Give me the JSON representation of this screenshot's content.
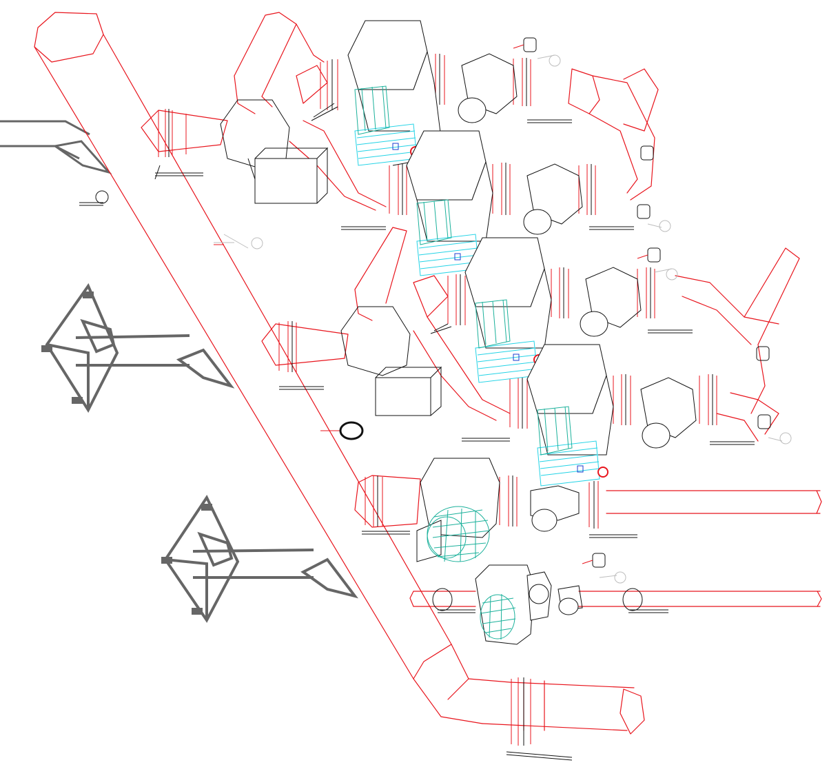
{
  "drawing": {
    "kind": "isometric piping schematic",
    "colors": {
      "pipe": "#e8141c",
      "equipment": "#222222",
      "support": "#666666",
      "motor_cyan": "#22d3e6",
      "motor_green": "#19b09a",
      "valve_ghost": "#bdbdbd",
      "indicator_red": "#e8141c",
      "indicator_blue": "#1a3ccf"
    },
    "pump_units": [
      {
        "id": "pump-1",
        "motor": "cyan"
      },
      {
        "id": "pump-2",
        "motor": "cyan"
      },
      {
        "id": "pump-3",
        "motor": "cyan"
      },
      {
        "id": "pump-4",
        "motor": "cyan"
      },
      {
        "id": "pump-5",
        "motor": "green"
      },
      {
        "id": "pump-6",
        "motor": "green"
      }
    ],
    "icons": [
      "pipe",
      "flange",
      "gate-valve",
      "check-valve",
      "strainer",
      "ball-valve",
      "pressure-gauge",
      "air-vent",
      "pipe-support"
    ]
  }
}
